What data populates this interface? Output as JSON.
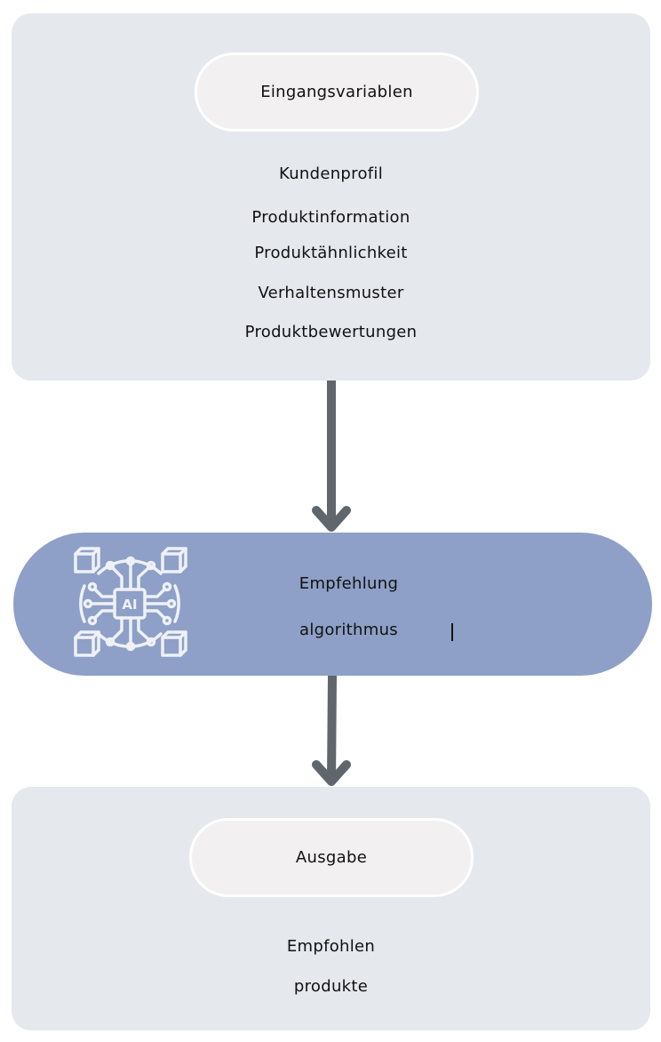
{
  "input_panel": {
    "title": "Eingangsvariablen",
    "items": [
      "Kundenprofil",
      "Produktinformation",
      "Produktähnlichkeit",
      "Verhaltensmuster",
      "Produktbewertungen"
    ]
  },
  "algorithm": {
    "line1": "Empfehlung",
    "line2": "algorithmus",
    "icon_text": "AI",
    "icon": "ai-chip-circuit-icon"
  },
  "output_panel": {
    "title": "Ausgabe",
    "line1": "Empfohlen",
    "line2": "produkte"
  },
  "colors": {
    "panel": "#e5e8ed",
    "pill": "#f2f0f1",
    "algorithm": "#8ea0c7",
    "arrow": "#5f676d",
    "icon": "#eef1f7"
  }
}
